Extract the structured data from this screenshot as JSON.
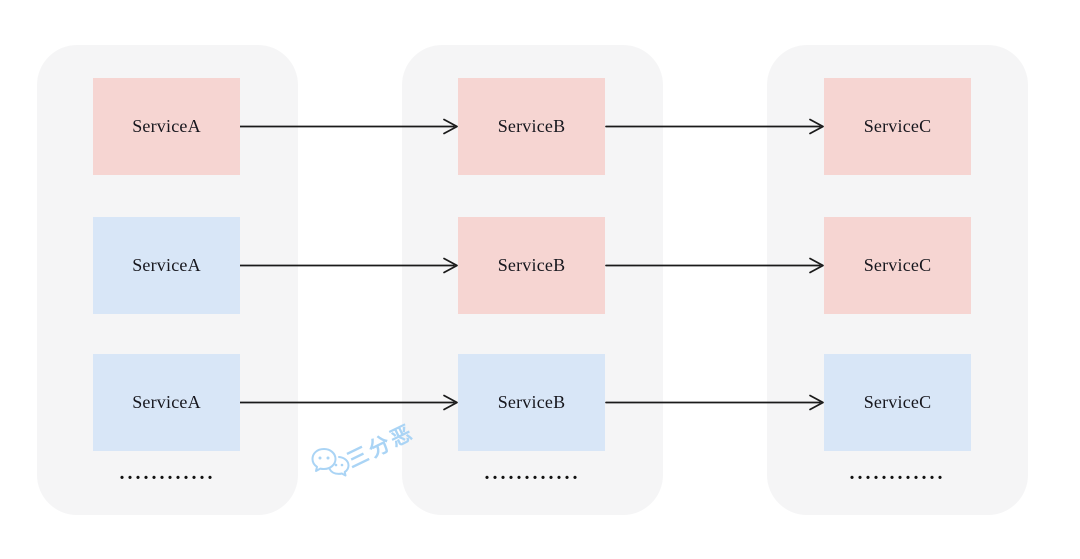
{
  "diagram": {
    "palette": {
      "page_background": "#ffffff",
      "lane_background": "#f5f5f6",
      "pink_box": "#f6d5d2",
      "blue_box": "#d8e6f7",
      "arrow": "#1a1a1a",
      "label_text": "#16161d",
      "watermark_blue": "#aad4f5"
    },
    "lanes": [
      {
        "dots_label": "............"
      },
      {
        "dots_label": "............"
      },
      {
        "dots_label": "............"
      }
    ],
    "rows": [
      {
        "cells": [
          {
            "label": "ServiceA",
            "fill": "#f6d5d2"
          },
          {
            "label": "ServiceB",
            "fill": "#f6d5d2"
          },
          {
            "label": "ServiceC",
            "fill": "#f6d5d2"
          }
        ]
      },
      {
        "cells": [
          {
            "label": "ServiceA",
            "fill": "#d8e6f7"
          },
          {
            "label": "ServiceB",
            "fill": "#f6d5d2"
          },
          {
            "label": "ServiceC",
            "fill": "#f6d5d2"
          }
        ]
      },
      {
        "cells": [
          {
            "label": "ServiceA",
            "fill": "#d8e6f7"
          },
          {
            "label": "ServiceB",
            "fill": "#d8e6f7"
          },
          {
            "label": "ServiceC",
            "fill": "#d8e6f7"
          }
        ]
      }
    ],
    "watermark": {
      "icon": "wechat-icon",
      "text": "三分恶"
    }
  }
}
